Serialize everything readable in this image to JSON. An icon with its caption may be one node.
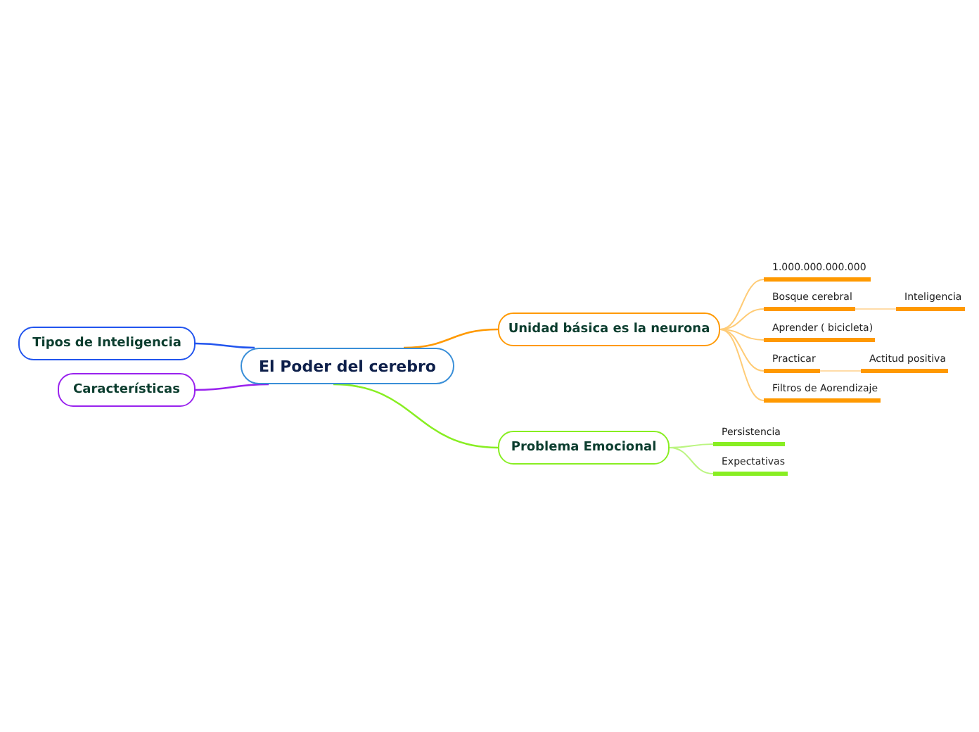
{
  "diagram": {
    "nodes": [
      {
        "text": [
          "El Poder del cerebro"
        ]
      },
      {
        "text": [
          "Tipos de Inteligencia"
        ]
      },
      {
        "text": [
          "Características"
        ]
      },
      {
        "text": [
          "Unidad básica es la neurona"
        ]
      },
      {
        "text": [
          "Problema Emocional"
        ]
      },
      {
        "text": [
          "1.000.000.000.000"
        ]
      },
      {
        "text": [
          "Bosque cerebral"
        ]
      },
      {
        "text": [
          "Inteligencia"
        ]
      },
      {
        "text": [
          "Aprender ( bicicleta)"
        ]
      },
      {
        "text": [
          "Practicar"
        ]
      },
      {
        "text": [
          "Actitud positiva"
        ]
      },
      {
        "text": [
          "Filtros de Aorendizaje"
        ]
      },
      {
        "text": [
          "Persistencia"
        ]
      },
      {
        "text": [
          "Expectativas"
        ]
      }
    ],
    "edges": [
      {
        "from": 0,
        "to": 1,
        "arrow": "none",
        "color": "#2255ee"
      },
      {
        "from": 0,
        "to": 2,
        "arrow": "none",
        "color": "#9922ee"
      },
      {
        "from": 0,
        "to": 3,
        "arrow": "none",
        "color": "#ff9900"
      },
      {
        "from": 0,
        "to": 4,
        "arrow": "none",
        "color": "#88ee22"
      },
      {
        "from": 3,
        "to": 5,
        "arrow": "none",
        "color": "#ffcc77"
      },
      {
        "from": 3,
        "to": 6,
        "arrow": "none",
        "color": "#ffcc77"
      },
      {
        "from": 6,
        "to": 7,
        "arrow": "none",
        "color": "#ffdca8"
      },
      {
        "from": 3,
        "to": 8,
        "arrow": "none",
        "color": "#ffcc77"
      },
      {
        "from": 3,
        "to": 9,
        "arrow": "none",
        "color": "#ffcc77"
      },
      {
        "from": 9,
        "to": 10,
        "arrow": "none",
        "color": "#ffdca8"
      },
      {
        "from": 3,
        "to": 11,
        "arrow": "none",
        "color": "#ffcc77"
      },
      {
        "from": 4,
        "to": 12,
        "arrow": "none",
        "color": "#bbf580"
      },
      {
        "from": 4,
        "to": 13,
        "arrow": "none",
        "color": "#bbf580"
      }
    ]
  }
}
